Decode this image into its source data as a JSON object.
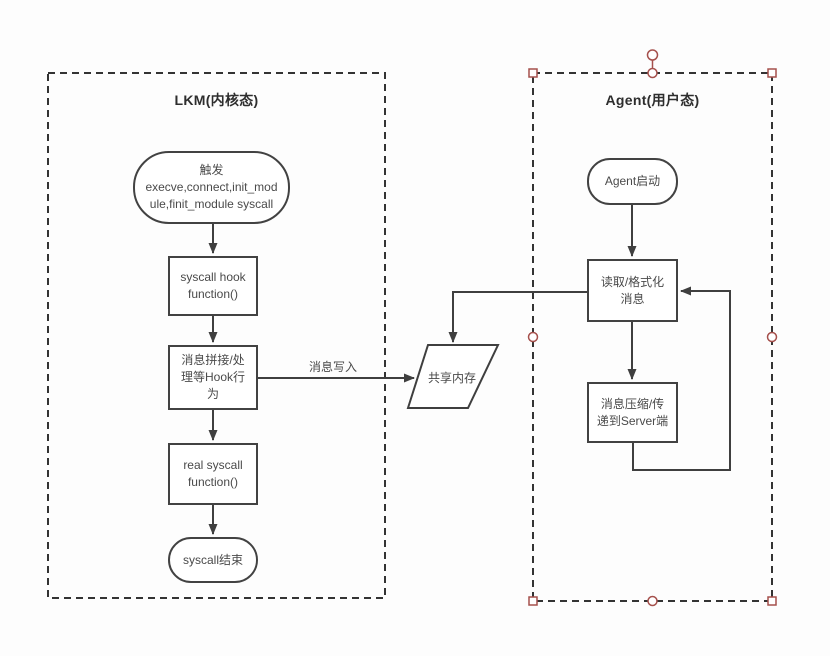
{
  "diagram": {
    "background": "#fdfdfd",
    "line_color": "#3f3f3f",
    "node_border_color": "#424242",
    "handle_color": "#a5504c",
    "left_group": {
      "title": "LKM(内核态)",
      "nodes": {
        "trigger": "触发\nexecve,connect,init_mod\nule,finit_module syscall",
        "syscall_hook": "syscall hook\nfunction()",
        "msg_hook": "消息拼接/处\n理等Hook行\n为",
        "real_syscall": "real syscall\nfunction()",
        "syscall_end": "syscall结束"
      }
    },
    "right_group": {
      "title": "Agent(用户态)",
      "nodes": {
        "agent_start": "Agent启动",
        "read_format": "读取/格式化\n消息",
        "compress_send": "消息压缩/传\n递到Server端"
      }
    },
    "shared_memory_label": "共享内存",
    "edge_label_write": "消息写入"
  }
}
